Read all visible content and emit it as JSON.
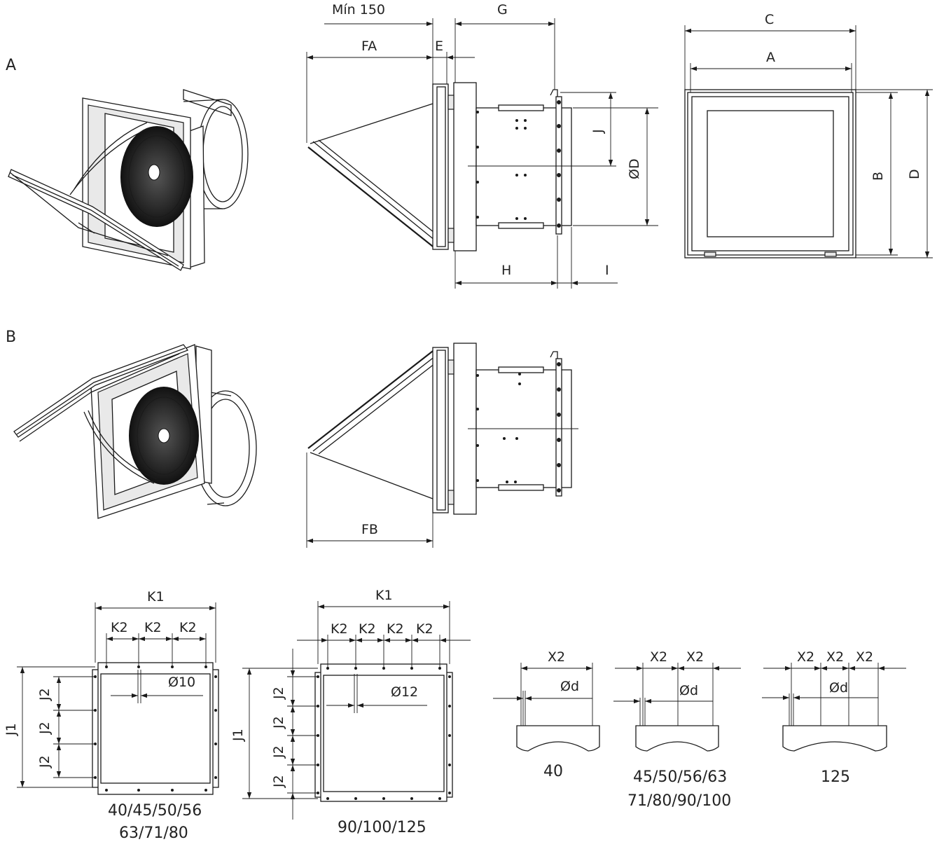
{
  "sections": {
    "a": "A",
    "b": "B"
  },
  "dims": {
    "min150": "Mín 150",
    "g": "G",
    "fa": "FA",
    "e": "E",
    "j": "J",
    "od": "ØD",
    "h": "H",
    "i": "I",
    "c": "C",
    "a": "A",
    "b": "B",
    "d": "D",
    "fb": "FB",
    "k1": "K1",
    "k2": "K2",
    "j1": "J1",
    "j2": "J2",
    "o10": "Ø10",
    "o12": "Ø12",
    "x2": "X2",
    "od_small": "Ød"
  },
  "captions": {
    "flange_small_1": "40/45/50/56",
    "flange_small_2": "63/71/80",
    "flange_large": "90/100/125",
    "detail_40": "40",
    "detail_mid_1": "45/50/56/63",
    "detail_mid_2": "71/80/90/100",
    "detail_125": "125"
  }
}
